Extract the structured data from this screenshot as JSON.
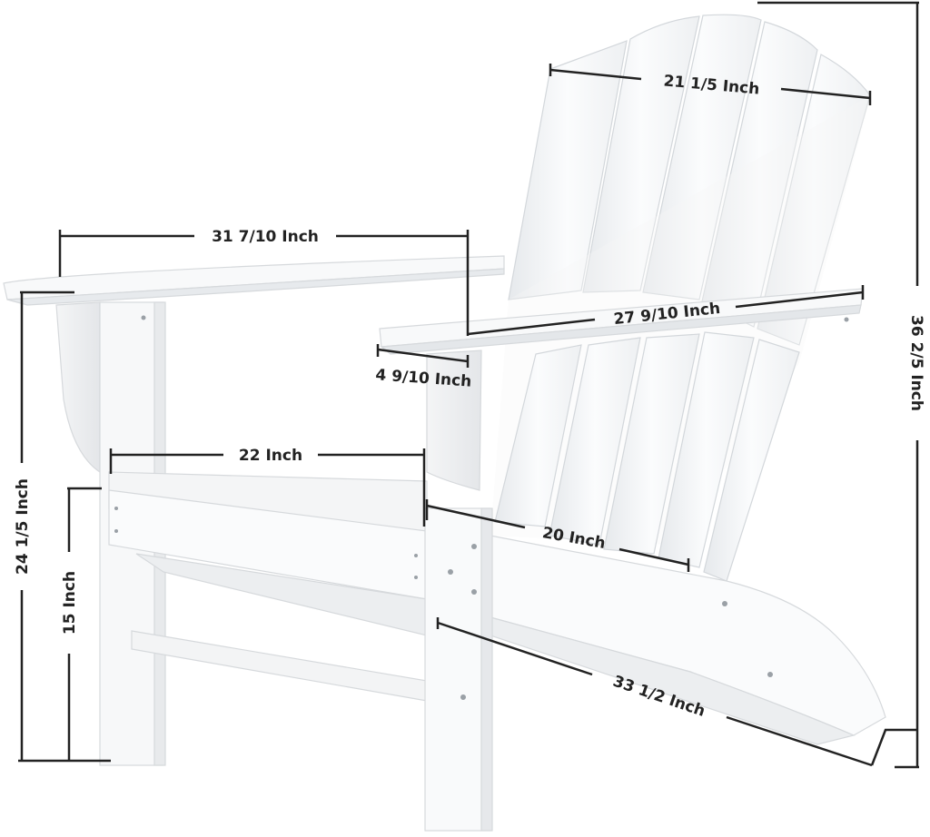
{
  "diagram": {
    "subject": "Adirondack chair",
    "color": "#ffffff",
    "line_color": "#222222",
    "dimensions": {
      "back_width": {
        "label": "21 1/5 Inch"
      },
      "overall_depth_top": {
        "label": "31 7/10 Inch"
      },
      "armrest_length": {
        "label": "27 9/10 Inch"
      },
      "armrest_width": {
        "label": "4 9/10 Inch"
      },
      "seat_width": {
        "label": "22 Inch"
      },
      "seat_depth": {
        "label": "20 Inch"
      },
      "base_length": {
        "label": "33 1/2 Inch"
      },
      "overall_height": {
        "label": "36 2/5 Inch"
      },
      "armrest_height": {
        "label": "24 1/5 Inch"
      },
      "seat_height": {
        "label": "15 Inch"
      }
    }
  }
}
